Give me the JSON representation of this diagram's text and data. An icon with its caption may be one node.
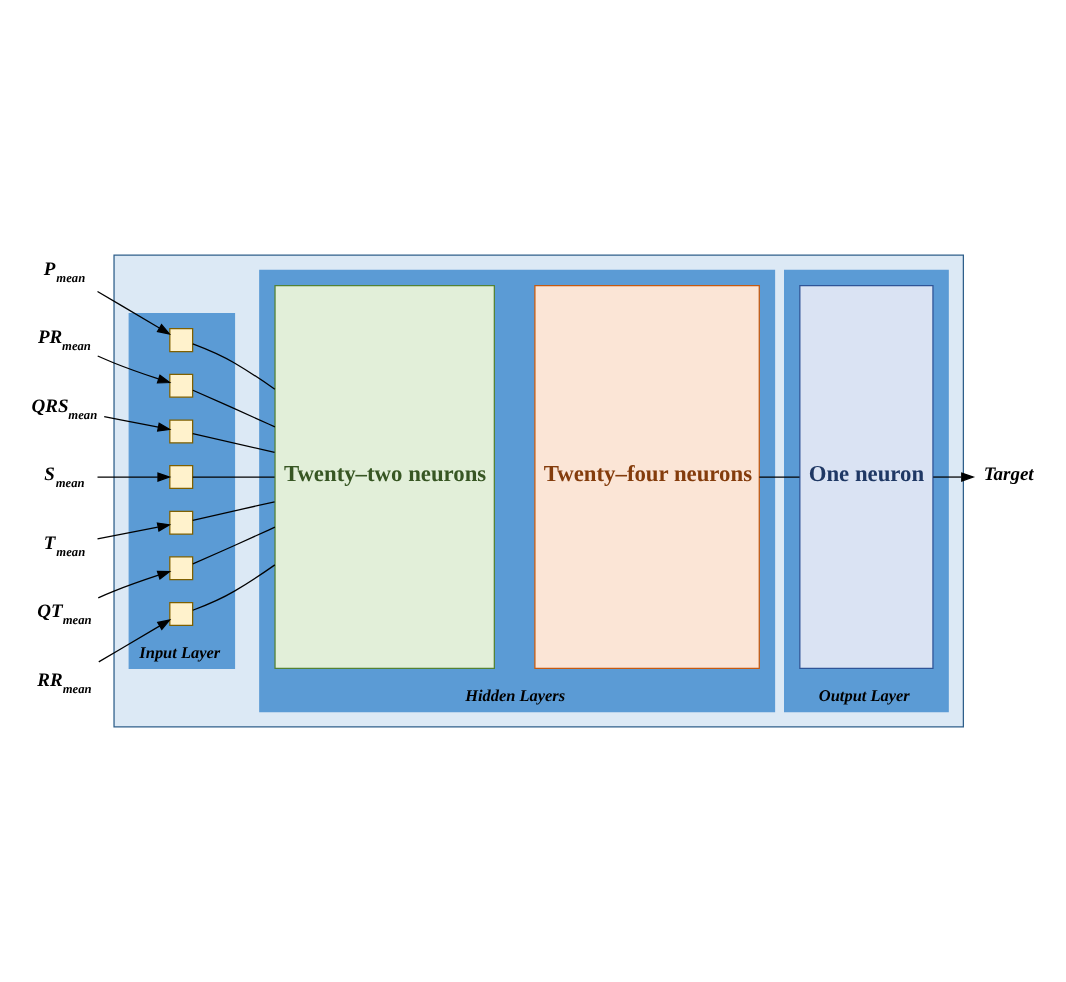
{
  "diagram": {
    "nodes": [
      {
        "text": [],
        "shape": "box"
      },
      {
        "text": [
          "Input Layer"
        ],
        "in": 0
      },
      {
        "text": [],
        "shape": "box",
        "in": 1
      },
      {
        "text": [],
        "shape": "box",
        "in": 1
      },
      {
        "text": [],
        "shape": "box",
        "in": 1
      },
      {
        "text": [],
        "shape": "box",
        "in": 1
      },
      {
        "text": [],
        "shape": "box",
        "in": 1
      },
      {
        "text": [],
        "shape": "box",
        "in": 1
      },
      {
        "text": [],
        "shape": "box",
        "in": 1
      },
      {
        "text": [
          "Hidden Layers"
        ],
        "in": 0
      },
      {
        "text": [
          "Twenty–two neurons"
        ],
        "in": 9
      },
      {
        "text": [
          "Twenty–four neurons"
        ],
        "in": 9
      },
      {
        "text": [
          "Output Layer"
        ],
        "in": 0
      },
      {
        "text": [
          "One neuron"
        ],
        "in": 12
      },
      {
        "text": [
          "P$_{mean}$"
        ]
      },
      {
        "text": [
          "PR$_{mean}$"
        ]
      },
      {
        "text": [
          "QRS$_{mean}$"
        ]
      },
      {
        "text": [
          "S$_{mean}$"
        ]
      },
      {
        "text": [
          "T$_{mean}$"
        ]
      },
      {
        "text": [
          "QT$_{mean}$"
        ]
      },
      {
        "text": [
          "RR$_{mean}$"
        ]
      },
      {
        "text": [
          "Target"
        ]
      }
    ],
    "edges": [
      {
        "from": 14,
        "to": 2,
        "arrow": "to"
      },
      {
        "from": 15,
        "to": 3,
        "arrow": "to"
      },
      {
        "from": 16,
        "to": 4,
        "arrow": "to"
      },
      {
        "from": 17,
        "to": 5,
        "arrow": "to"
      },
      {
        "from": 18,
        "to": 6,
        "arrow": "to"
      },
      {
        "from": 19,
        "to": 7,
        "arrow": "to"
      },
      {
        "from": 20,
        "to": 8,
        "arrow": "to"
      },
      {
        "from": 2,
        "to": 10,
        "arrow": "none"
      },
      {
        "from": 3,
        "to": 10,
        "arrow": "none"
      },
      {
        "from": 4,
        "to": 10,
        "arrow": "none"
      },
      {
        "from": 5,
        "to": 10,
        "arrow": "none"
      },
      {
        "from": 6,
        "to": 10,
        "arrow": "none"
      },
      {
        "from": 7,
        "to": 10,
        "arrow": "none"
      },
      {
        "from": 8,
        "to": 10,
        "arrow": "none"
      },
      {
        "from": 11,
        "to": 13,
        "arrow": "none"
      },
      {
        "from": 13,
        "to": 21,
        "arrow": "to"
      }
    ]
  }
}
